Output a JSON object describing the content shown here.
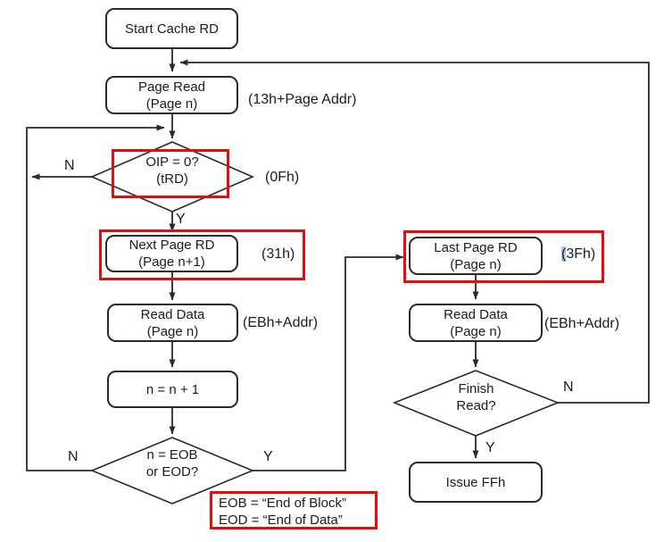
{
  "colors": {
    "accent_red": "#e60c0c",
    "line": "#2a2a2a",
    "text": "#1c1c1c",
    "selection_blue": "#a9c7e6"
  },
  "nodes": {
    "start": {
      "label": "Start Cache RD"
    },
    "page_read": {
      "line1": "Page Read",
      "line2": "(Page n)",
      "annotation": "(13h+Page Addr)"
    },
    "oip": {
      "line1": "OIP = 0?",
      "line2": "(tRD)",
      "annotation": "(0Fh)"
    },
    "next_page": {
      "line1": "Next Page RD",
      "line2": "(Page n+1)",
      "annotation": "(31h)"
    },
    "read_data_left": {
      "line1": "Read Data",
      "line2": "(Page n)",
      "annotation": "(EBh+Addr)"
    },
    "increment": {
      "label": "n = n + 1"
    },
    "eob": {
      "line1": "n = EOB",
      "line2": "or EOD?"
    },
    "last_page": {
      "line1": "Last Page RD",
      "line2": "(Page n)",
      "annotation_selected": "(",
      "annotation_rest": "3Fh)"
    },
    "read_data_right": {
      "line1": "Read Data",
      "line2": "(Page n)",
      "annotation": "(EBh+Addr)"
    },
    "finish": {
      "line1": "Finish",
      "line2": "Read?"
    },
    "issue": {
      "label": "Issue FFh"
    }
  },
  "edge_labels": {
    "oip_no": "N",
    "oip_yes": "Y",
    "eob_no": "N",
    "eob_yes": "Y",
    "finish_no": "N",
    "finish_yes": "Y"
  },
  "legend": {
    "line1": "EOB = “End of Block”",
    "line2": "EOD = “End of Data”"
  }
}
